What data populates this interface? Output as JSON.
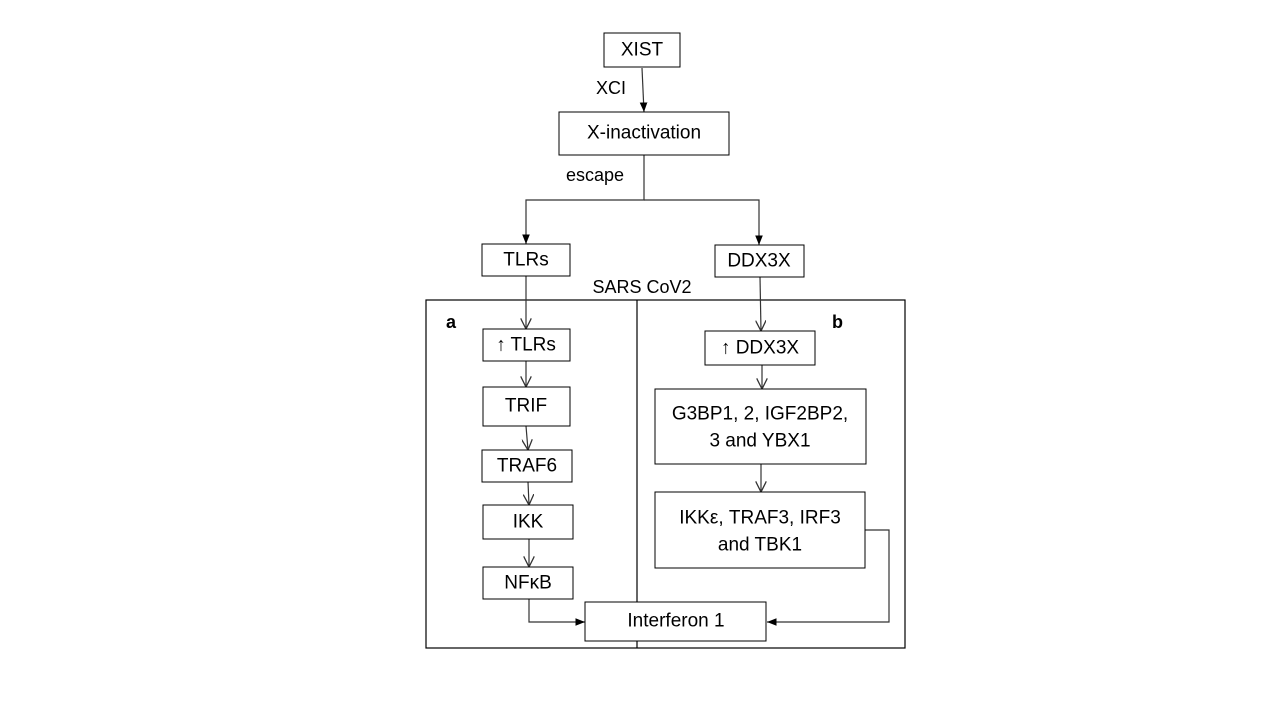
{
  "nodes": {
    "xist": "XIST",
    "x_inactivation": "X-inactivation",
    "tlrs": "TLRs",
    "ddx3x": "DDX3X",
    "up_tlrs": "↑ TLRs",
    "trif": "TRIF",
    "traf6": "TRAF6",
    "ikk": "IKK",
    "nfkb": "NFκB",
    "up_ddx3x": "↑  DDX3X",
    "g3bp_line1": "G3BP1, 2, IGF2BP2,",
    "g3bp_line2": "3 and YBX1",
    "ikke_line1": "IKKε, TRAF3, IRF3",
    "ikke_line2": "and TBK1",
    "interferon": "Interferon 1"
  },
  "edge_labels": {
    "xci": "XCI",
    "escape": "escape"
  },
  "region_title": "SARS CoV2",
  "panels": {
    "a": "a",
    "b": "b"
  }
}
